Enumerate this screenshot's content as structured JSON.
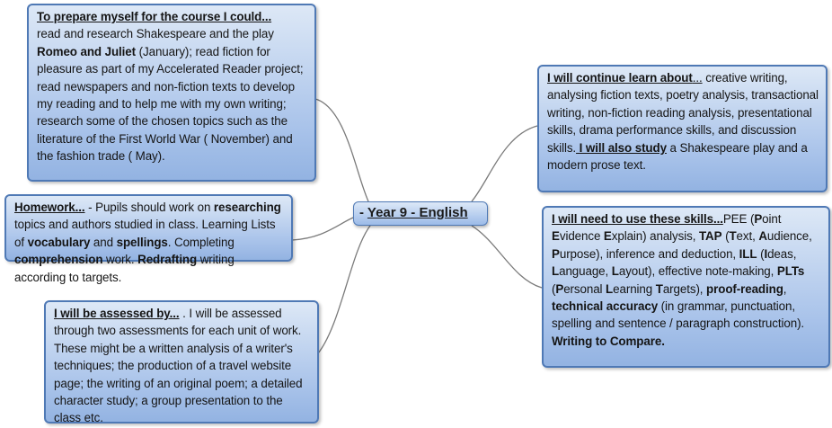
{
  "center": {
    "collapse": "-",
    "title": "Year 9 - English"
  },
  "nodes": {
    "prepare": [
      [
        "To prepare myself for the course I could...",
        "ub"
      ],
      [
        "read and research  Shakespeare and the play ",
        ""
      ],
      [
        "Romeo and Juliet",
        "b"
      ],
      [
        "  (January); read fiction for pleasure as part of my Accelerated Reader project; read newspapers and non-fiction texts to develop my reading and to help me with my own writing; research some of the chosen topics such as the literature of the First World War ( November) and the fashion trade ( May).",
        ""
      ]
    ],
    "homework": [
      [
        "Homework...",
        "ub"
      ],
      [
        "  - Pupils should work on ",
        ""
      ],
      [
        "researching",
        "b"
      ],
      [
        " topics and authors studied in class. Learning Lists of ",
        ""
      ],
      [
        "vocabulary",
        "b"
      ],
      [
        " and ",
        ""
      ],
      [
        "spellings",
        "b"
      ],
      [
        ". Completing ",
        ""
      ],
      [
        "comprehension",
        "b"
      ],
      [
        " work. ",
        ""
      ],
      [
        "Redrafting",
        "b"
      ],
      [
        " writing according to targets.",
        ""
      ]
    ],
    "assessed": [
      [
        "I will be assessed by...",
        "ub"
      ],
      [
        " . I will be assessed through two assessments for each unit of work. These might be a written analysis of a writer's techniques; the production of a travel website page; the writing of an original poem; a detailed character study; a group presentation to the class etc.",
        ""
      ]
    ],
    "learn": [
      [
        "I will continue learn about",
        "ub"
      ],
      [
        "...",
        "u"
      ],
      [
        " creative writing, analysing fiction texts,  poetry analysis, transactional writing, non-fiction reading analysis, presentational skills, drama performance skills, and discussion skills.",
        ""
      ],
      [
        " I will also study",
        "ub"
      ],
      [
        "  a Shakespeare play and a modern prose text.",
        ""
      ]
    ],
    "skills": [
      [
        "I will need to use these skills...",
        "ub"
      ],
      [
        "PEE (",
        ""
      ],
      [
        "P",
        "b"
      ],
      [
        "oint ",
        ""
      ],
      [
        "E",
        "b"
      ],
      [
        "vidence ",
        ""
      ],
      [
        "E",
        "b"
      ],
      [
        "xplain) analysis, ",
        ""
      ],
      [
        "TAP",
        "b"
      ],
      [
        " (",
        ""
      ],
      [
        "T",
        "b"
      ],
      [
        "ext, ",
        ""
      ],
      [
        "A",
        "b"
      ],
      [
        "udience, ",
        ""
      ],
      [
        "P",
        "b"
      ],
      [
        "urpose), inference and deduction, ",
        ""
      ],
      [
        "ILL",
        "b"
      ],
      [
        " (",
        ""
      ],
      [
        "I",
        "b"
      ],
      [
        "deas, ",
        ""
      ],
      [
        "L",
        "b"
      ],
      [
        "anguage, ",
        ""
      ],
      [
        "L",
        "b"
      ],
      [
        "ayout), effective note-making, ",
        ""
      ],
      [
        "PLTs",
        "b"
      ],
      [
        " (",
        ""
      ],
      [
        "P",
        "b"
      ],
      [
        "ersonal ",
        ""
      ],
      [
        "L",
        "b"
      ],
      [
        "earning ",
        ""
      ],
      [
        "T",
        "b"
      ],
      [
        "argets), ",
        ""
      ],
      [
        "proof-reading",
        "b"
      ],
      [
        ", ",
        ""
      ],
      [
        "technical accuracy",
        "b"
      ],
      [
        " (in grammar, punctuation, spelling and sentence / paragraph construction). ",
        ""
      ],
      [
        "Writing to Compare.",
        "b"
      ]
    ]
  }
}
